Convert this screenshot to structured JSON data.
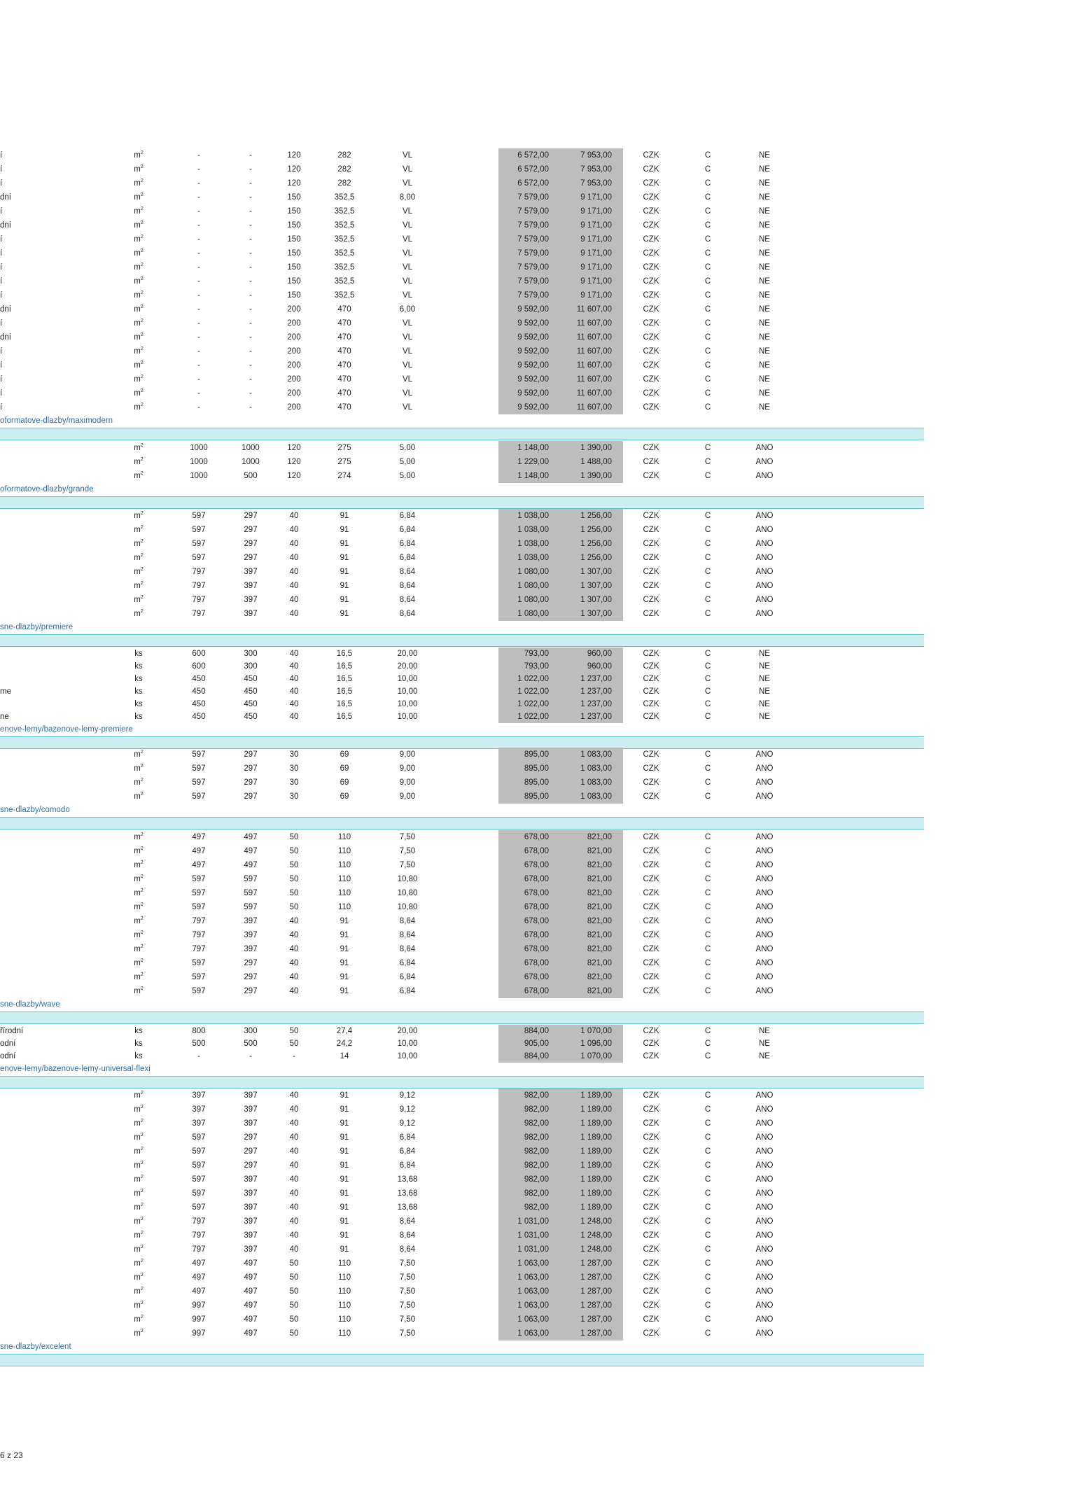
{
  "page_number": "6 z 23",
  "sections": [
    {
      "url_text": "oformatove-dlazby/maximodern",
      "compact": false,
      "rows": [
        [
          "í",
          "m2",
          "-",
          "-",
          "120",
          "282",
          "VL",
          "6 572,00",
          "7 953,00",
          "CZK",
          "C",
          "NE"
        ],
        [
          "í",
          "m2",
          "-",
          "-",
          "120",
          "282",
          "VL",
          "6 572,00",
          "7 953,00",
          "CZK",
          "C",
          "NE"
        ],
        [
          "í",
          "m2",
          "-",
          "-",
          "120",
          "282",
          "VL",
          "6 572,00",
          "7 953,00",
          "CZK",
          "C",
          "NE"
        ],
        [
          "dní",
          "m2",
          "-",
          "-",
          "150",
          "352,5",
          "8,00",
          "7 579,00",
          "9 171,00",
          "CZK",
          "C",
          "NE"
        ],
        [
          "í",
          "m2",
          "-",
          "-",
          "150",
          "352,5",
          "VL",
          "7 579,00",
          "9 171,00",
          "CZK",
          "C",
          "NE"
        ],
        [
          "dní",
          "m2",
          "-",
          "-",
          "150",
          "352,5",
          "VL",
          "7 579,00",
          "9 171,00",
          "CZK",
          "C",
          "NE"
        ],
        [
          "í",
          "m2",
          "-",
          "-",
          "150",
          "352,5",
          "VL",
          "7 579,00",
          "9 171,00",
          "CZK",
          "C",
          "NE"
        ],
        [
          "í",
          "m2",
          "-",
          "-",
          "150",
          "352,5",
          "VL",
          "7 579,00",
          "9 171,00",
          "CZK",
          "C",
          "NE"
        ],
        [
          "í",
          "m2",
          "-",
          "-",
          "150",
          "352,5",
          "VL",
          "7 579,00",
          "9 171,00",
          "CZK",
          "C",
          "NE"
        ],
        [
          "í",
          "m2",
          "-",
          "-",
          "150",
          "352,5",
          "VL",
          "7 579,00",
          "9 171,00",
          "CZK",
          "C",
          "NE"
        ],
        [
          "í",
          "m2",
          "-",
          "-",
          "150",
          "352,5",
          "VL",
          "7 579,00",
          "9 171,00",
          "CZK",
          "C",
          "NE"
        ],
        [
          "dní",
          "m2",
          "-",
          "-",
          "200",
          "470",
          "6,00",
          "9 592,00",
          "11 607,00",
          "CZK",
          "C",
          "NE"
        ],
        [
          "í",
          "m2",
          "-",
          "-",
          "200",
          "470",
          "VL",
          "9 592,00",
          "11 607,00",
          "CZK",
          "C",
          "NE"
        ],
        [
          "dní",
          "m2",
          "-",
          "-",
          "200",
          "470",
          "VL",
          "9 592,00",
          "11 607,00",
          "CZK",
          "C",
          "NE"
        ],
        [
          "í",
          "m2",
          "-",
          "-",
          "200",
          "470",
          "VL",
          "9 592,00",
          "11 607,00",
          "CZK",
          "C",
          "NE"
        ],
        [
          "í",
          "m2",
          "-",
          "-",
          "200",
          "470",
          "VL",
          "9 592,00",
          "11 607,00",
          "CZK",
          "C",
          "NE"
        ],
        [
          "í",
          "m2",
          "-",
          "-",
          "200",
          "470",
          "VL",
          "9 592,00",
          "11 607,00",
          "CZK",
          "C",
          "NE"
        ],
        [
          "í",
          "m2",
          "-",
          "-",
          "200",
          "470",
          "VL",
          "9 592,00",
          "11 607,00",
          "CZK",
          "C",
          "NE"
        ],
        [
          "í",
          "m2",
          "-",
          "-",
          "200",
          "470",
          "VL",
          "9 592,00",
          "11 607,00",
          "CZK",
          "C",
          "NE"
        ]
      ]
    },
    {
      "url_text": "oformatove-dlazby/grande",
      "compact": false,
      "rows": [
        [
          "",
          "m2",
          "1000",
          "1000",
          "120",
          "275",
          "5,00",
          "1 148,00",
          "1 390,00",
          "CZK",
          "C",
          "ANO"
        ],
        [
          "",
          "m2",
          "1000",
          "1000",
          "120",
          "275",
          "5,00",
          "1 229,00",
          "1 488,00",
          "CZK",
          "C",
          "ANO"
        ],
        [
          "",
          "m2",
          "1000",
          "500",
          "120",
          "274",
          "5,00",
          "1 148,00",
          "1 390,00",
          "CZK",
          "C",
          "ANO"
        ]
      ]
    },
    {
      "url_text": "sne-dlazby/premiere",
      "compact": false,
      "rows": [
        [
          "",
          "m2",
          "597",
          "297",
          "40",
          "91",
          "6,84",
          "1 038,00",
          "1 256,00",
          "CZK",
          "C",
          "ANO"
        ],
        [
          "",
          "m2",
          "597",
          "297",
          "40",
          "91",
          "6,84",
          "1 038,00",
          "1 256,00",
          "CZK",
          "C",
          "ANO"
        ],
        [
          "",
          "m2",
          "597",
          "297",
          "40",
          "91",
          "6,84",
          "1 038,00",
          "1 256,00",
          "CZK",
          "C",
          "ANO"
        ],
        [
          "",
          "m2",
          "597",
          "297",
          "40",
          "91",
          "6,84",
          "1 038,00",
          "1 256,00",
          "CZK",
          "C",
          "ANO"
        ],
        [
          "",
          "m2",
          "797",
          "397",
          "40",
          "91",
          "8,64",
          "1 080,00",
          "1 307,00",
          "CZK",
          "C",
          "ANO"
        ],
        [
          "",
          "m2",
          "797",
          "397",
          "40",
          "91",
          "8,64",
          "1 080,00",
          "1 307,00",
          "CZK",
          "C",
          "ANO"
        ],
        [
          "",
          "m2",
          "797",
          "397",
          "40",
          "91",
          "8,64",
          "1 080,00",
          "1 307,00",
          "CZK",
          "C",
          "ANO"
        ],
        [
          "",
          "m2",
          "797",
          "397",
          "40",
          "91",
          "8,64",
          "1 080,00",
          "1 307,00",
          "CZK",
          "C",
          "ANO"
        ]
      ]
    },
    {
      "url_text": "enove-lemy/bazenove-lemy-premiere",
      "compact": true,
      "rows": [
        [
          "",
          "ks",
          "600",
          "300",
          "40",
          "16,5",
          "20,00",
          "793,00",
          "960,00",
          "CZK",
          "C",
          "NE"
        ],
        [
          "",
          "ks",
          "600",
          "300",
          "40",
          "16,5",
          "20,00",
          "793,00",
          "960,00",
          "CZK",
          "C",
          "NE"
        ],
        [
          "",
          "ks",
          "450",
          "450",
          "40",
          "16,5",
          "10,00",
          "1 022,00",
          "1 237,00",
          "CZK",
          "C",
          "NE"
        ],
        [
          "me",
          "ks",
          "450",
          "450",
          "40",
          "16,5",
          "10,00",
          "1 022,00",
          "1 237,00",
          "CZK",
          "C",
          "NE"
        ],
        [
          "",
          "ks",
          "450",
          "450",
          "40",
          "16,5",
          "10,00",
          "1 022,00",
          "1 237,00",
          "CZK",
          "C",
          "NE"
        ],
        [
          "ne",
          "ks",
          "450",
          "450",
          "40",
          "16,5",
          "10,00",
          "1 022,00",
          "1 237,00",
          "CZK",
          "C",
          "NE"
        ]
      ]
    },
    {
      "url_text": "sne-dlazby/comodo",
      "compact": false,
      "rows": [
        [
          "",
          "m2",
          "597",
          "297",
          "30",
          "69",
          "9,00",
          "895,00",
          "1 083,00",
          "CZK",
          "C",
          "ANO"
        ],
        [
          "",
          "m2",
          "597",
          "297",
          "30",
          "69",
          "9,00",
          "895,00",
          "1 083,00",
          "CZK",
          "C",
          "ANO"
        ],
        [
          "",
          "m2",
          "597",
          "297",
          "30",
          "69",
          "9,00",
          "895,00",
          "1 083,00",
          "CZK",
          "C",
          "ANO"
        ],
        [
          "",
          "m2",
          "597",
          "297",
          "30",
          "69",
          "9,00",
          "895,00",
          "1 083,00",
          "CZK",
          "C",
          "ANO"
        ]
      ]
    },
    {
      "url_text": "sne-dlazby/wave",
      "compact": false,
      "rows": [
        [
          "",
          "m2",
          "497",
          "497",
          "50",
          "110",
          "7,50",
          "678,00",
          "821,00",
          "CZK",
          "C",
          "ANO"
        ],
        [
          "",
          "m2",
          "497",
          "497",
          "50",
          "110",
          "7,50",
          "678,00",
          "821,00",
          "CZK",
          "C",
          "ANO"
        ],
        [
          "",
          "m2",
          "497",
          "497",
          "50",
          "110",
          "7,50",
          "678,00",
          "821,00",
          "CZK",
          "C",
          "ANO"
        ],
        [
          "",
          "m2",
          "597",
          "597",
          "50",
          "110",
          "10,80",
          "678,00",
          "821,00",
          "CZK",
          "C",
          "ANO"
        ],
        [
          "",
          "m2",
          "597",
          "597",
          "50",
          "110",
          "10,80",
          "678,00",
          "821,00",
          "CZK",
          "C",
          "ANO"
        ],
        [
          "",
          "m2",
          "597",
          "597",
          "50",
          "110",
          "10,80",
          "678,00",
          "821,00",
          "CZK",
          "C",
          "ANO"
        ],
        [
          "",
          "m2",
          "797",
          "397",
          "40",
          "91",
          "8,64",
          "678,00",
          "821,00",
          "CZK",
          "C",
          "ANO"
        ],
        [
          "",
          "m2",
          "797",
          "397",
          "40",
          "91",
          "8,64",
          "678,00",
          "821,00",
          "CZK",
          "C",
          "ANO"
        ],
        [
          "",
          "m2",
          "797",
          "397",
          "40",
          "91",
          "8,64",
          "678,00",
          "821,00",
          "CZK",
          "C",
          "ANO"
        ],
        [
          "",
          "m2",
          "597",
          "297",
          "40",
          "91",
          "6,84",
          "678,00",
          "821,00",
          "CZK",
          "C",
          "ANO"
        ],
        [
          "",
          "m2",
          "597",
          "297",
          "40",
          "91",
          "6,84",
          "678,00",
          "821,00",
          "CZK",
          "C",
          "ANO"
        ],
        [
          "",
          "m2",
          "597",
          "297",
          "40",
          "91",
          "6,84",
          "678,00",
          "821,00",
          "CZK",
          "C",
          "ANO"
        ]
      ]
    },
    {
      "url_text": "enove-lemy/bazenove-lemy-universal-flexi",
      "compact": true,
      "rows": [
        [
          "řírodní",
          "ks",
          "800",
          "300",
          "50",
          "27,4",
          "20,00",
          "884,00",
          "1 070,00",
          "CZK",
          "C",
          "NE"
        ],
        [
          "odní",
          "ks",
          "500",
          "500",
          "50",
          "24,2",
          "10,00",
          "905,00",
          "1 096,00",
          "CZK",
          "C",
          "NE"
        ],
        [
          "odní",
          "ks",
          "-",
          "-",
          "-",
          "14",
          "10,00",
          "884,00",
          "1 070,00",
          "CZK",
          "C",
          "NE"
        ]
      ]
    },
    {
      "url_text": "sne-dlazby/excelent",
      "compact": false,
      "rows": [
        [
          "",
          "m2",
          "397",
          "397",
          "40",
          "91",
          "9,12",
          "982,00",
          "1 189,00",
          "CZK",
          "C",
          "ANO"
        ],
        [
          "",
          "m2",
          "397",
          "397",
          "40",
          "91",
          "9,12",
          "982,00",
          "1 189,00",
          "CZK",
          "C",
          "ANO"
        ],
        [
          "",
          "m2",
          "397",
          "397",
          "40",
          "91",
          "9,12",
          "982,00",
          "1 189,00",
          "CZK",
          "C",
          "ANO"
        ],
        [
          "",
          "m2",
          "597",
          "297",
          "40",
          "91",
          "6,84",
          "982,00",
          "1 189,00",
          "CZK",
          "C",
          "ANO"
        ],
        [
          "",
          "m2",
          "597",
          "297",
          "40",
          "91",
          "6,84",
          "982,00",
          "1 189,00",
          "CZK",
          "C",
          "ANO"
        ],
        [
          "",
          "m2",
          "597",
          "297",
          "40",
          "91",
          "6,84",
          "982,00",
          "1 189,00",
          "CZK",
          "C",
          "ANO"
        ],
        [
          "",
          "m2",
          "597",
          "397",
          "40",
          "91",
          "13,68",
          "982,00",
          "1 189,00",
          "CZK",
          "C",
          "ANO"
        ],
        [
          "",
          "m2",
          "597",
          "397",
          "40",
          "91",
          "13,68",
          "982,00",
          "1 189,00",
          "CZK",
          "C",
          "ANO"
        ],
        [
          "",
          "m2",
          "597",
          "397",
          "40",
          "91",
          "13,68",
          "982,00",
          "1 189,00",
          "CZK",
          "C",
          "ANO"
        ],
        [
          "",
          "m2",
          "797",
          "397",
          "40",
          "91",
          "8,64",
          "1 031,00",
          "1 248,00",
          "CZK",
          "C",
          "ANO"
        ],
        [
          "",
          "m2",
          "797",
          "397",
          "40",
          "91",
          "8,64",
          "1 031,00",
          "1 248,00",
          "CZK",
          "C",
          "ANO"
        ],
        [
          "",
          "m2",
          "797",
          "397",
          "40",
          "91",
          "8,64",
          "1 031,00",
          "1 248,00",
          "CZK",
          "C",
          "ANO"
        ],
        [
          "",
          "m2",
          "497",
          "497",
          "50",
          "110",
          "7,50",
          "1 063,00",
          "1 287,00",
          "CZK",
          "C",
          "ANO"
        ],
        [
          "",
          "m2",
          "497",
          "497",
          "50",
          "110",
          "7,50",
          "1 063,00",
          "1 287,00",
          "CZK",
          "C",
          "ANO"
        ],
        [
          "",
          "m2",
          "497",
          "497",
          "50",
          "110",
          "7,50",
          "1 063,00",
          "1 287,00",
          "CZK",
          "C",
          "ANO"
        ],
        [
          "",
          "m2",
          "997",
          "497",
          "50",
          "110",
          "7,50",
          "1 063,00",
          "1 287,00",
          "CZK",
          "C",
          "ANO"
        ],
        [
          "",
          "m2",
          "997",
          "497",
          "50",
          "110",
          "7,50",
          "1 063,00",
          "1 287,00",
          "CZK",
          "C",
          "ANO"
        ],
        [
          "",
          "m2",
          "997",
          "497",
          "50",
          "110",
          "7,50",
          "1 063,00",
          "1 287,00",
          "CZK",
          "C",
          "ANO"
        ]
      ]
    }
  ]
}
